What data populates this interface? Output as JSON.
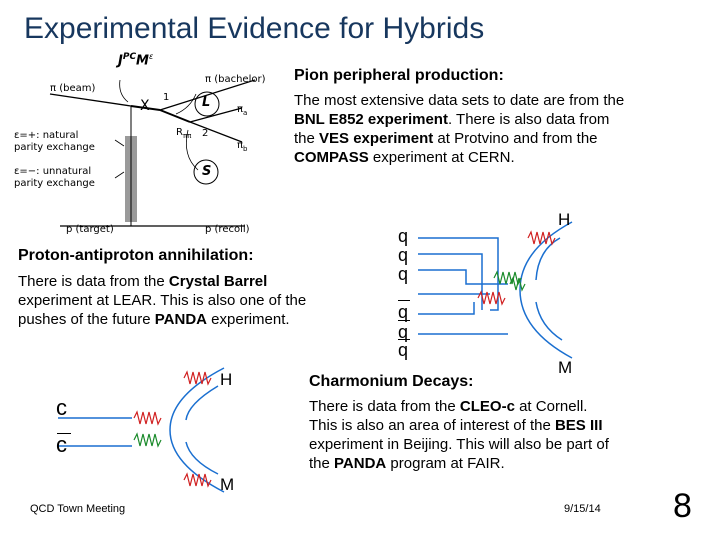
{
  "slide": {
    "title": "Experimental Evidence for Hybrids",
    "page_number": "8",
    "footer_left": "QCD Town Meeting",
    "footer_date": "9/15/14"
  },
  "pion": {
    "heading": "Pion peripheral production:",
    "text": [
      "The most extensive data sets to date are from the ",
      "BNL E852 experiment",
      ". There  is also data from the ",
      "VES experiment",
      " at Protvino and from the ",
      "COMPASS",
      " experiment at CERN."
    ]
  },
  "proton": {
    "heading": "Proton-antiproton annihilation:",
    "text": [
      "There is data from the ",
      "Crystal Barrel",
      " experiment at LEAR. This is also one of the pushes of the future ",
      "PANDA",
      " experiment."
    ]
  },
  "charmonium": {
    "heading": "Charmonium Decays:",
    "text": [
      "There is data from the ",
      "CLEO-c",
      " at Cornell. This is also an area of interest of the ",
      "BES III",
      " experiment in Beijing. This will also be part of the ",
      "PANDA",
      " program at FAIR."
    ]
  },
  "pion_diagram": {
    "jpc_top": "J",
    "jpc_sup": "PC",
    "jpc_m": "M",
    "jpc_eps": "ε",
    "x_label": "X",
    "l_label": "L",
    "s_label": "S",
    "beam": "π (beam)",
    "bachelor": "π (bachelor)",
    "pi_a": "π",
    "pi_a_sub": "a",
    "pi_b": "π",
    "pi_b_sub": "b",
    "r_label": "R",
    "r_sub": "ππ",
    "num1": "1",
    "num2": "2",
    "natural_1": "ε=+: natural",
    "natural_2": "parity exchange",
    "unnatural_1": "ε=−: unnatural",
    "unnatural_2": "parity exchange",
    "target": "p (target)",
    "recoil": "p (recoil)"
  },
  "ppbar_diagram": {
    "q1": "q",
    "q2": "q",
    "q3": "q",
    "qb1": "q",
    "qb2": "q",
    "qb3": "q",
    "h": "H",
    "m": "M"
  },
  "cc_diagram": {
    "c": "c",
    "cbar": "c",
    "h": "H",
    "m": "M"
  },
  "colors": {
    "title": "#17375e",
    "gluon_red": "#d02020",
    "gluon_green": "#1a8a2a"
  }
}
